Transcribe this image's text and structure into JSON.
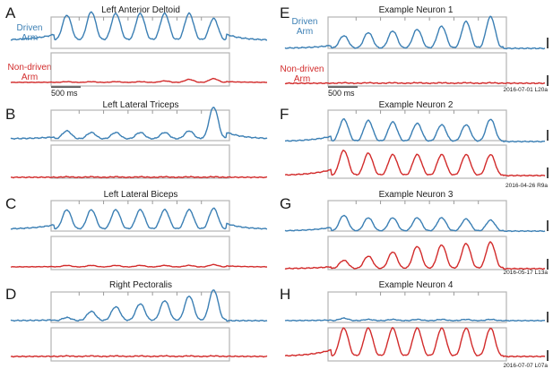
{
  "colors": {
    "driven": "#3b7fb4",
    "non_driven": "#d22b2b",
    "box": "#b4b4b4",
    "text": "#1a1a1a"
  },
  "legend": {
    "driven": "Driven\nArm",
    "non_driven": "Non-driven\nArm"
  },
  "scale_bar": {
    "label": "500 ms"
  },
  "chart_data": [
    {
      "type": "line",
      "panel": "A",
      "title": "Left Anterior Deltoid",
      "cycles": 7,
      "recording_id": "",
      "series": [
        {
          "name": "Driven Arm",
          "peaks": [
            0.75,
            0.85,
            0.8,
            0.8,
            0.8,
            0.8,
            0.65,
            0.65
          ]
        },
        {
          "name": "Non-driven Arm",
          "peaks": [
            0.05,
            0.05,
            0.05,
            0.05,
            0.1,
            0.2,
            0.25,
            0.2
          ]
        }
      ]
    },
    {
      "type": "line",
      "panel": "B",
      "title": "Left Lateral Triceps",
      "cycles": 7,
      "recording_id": "",
      "series": [
        {
          "name": "Driven Arm",
          "peaks": [
            0.25,
            0.2,
            0.2,
            0.2,
            0.2,
            0.25,
            1.0,
            0.75
          ]
        },
        {
          "name": "Non-driven Arm",
          "peaks": [
            0.02,
            0.02,
            0.02,
            0.02,
            0.02,
            0.02,
            0.02,
            0.02
          ]
        }
      ]
    },
    {
      "type": "line",
      "panel": "C",
      "title": "Left Lateral Biceps",
      "cycles": 7,
      "recording_id": "",
      "series": [
        {
          "name": "Driven Arm",
          "peaks": [
            0.7,
            0.7,
            0.7,
            0.7,
            0.7,
            0.7,
            0.75,
            0.75
          ]
        },
        {
          "name": "Non-driven Arm",
          "peaks": [
            0.1,
            0.1,
            0.1,
            0.1,
            0.1,
            0.1,
            0.15,
            0.25
          ]
        }
      ]
    },
    {
      "type": "line",
      "panel": "D",
      "title": "Right Pectoralis",
      "cycles": 7,
      "recording_id": "",
      "series": [
        {
          "name": "Driven Arm",
          "peaks": [
            0.1,
            0.3,
            0.45,
            0.55,
            0.65,
            0.8,
            1.0,
            0.0
          ]
        },
        {
          "name": "Non-driven Arm",
          "peaks": [
            0.02,
            0.02,
            0.02,
            0.02,
            0.02,
            0.02,
            0.02,
            0.02
          ]
        }
      ]
    },
    {
      "type": "line",
      "panel": "E",
      "title": "Example Neuron 1",
      "cycles": 7,
      "recording_id": "2016-07-01 L20a",
      "series": [
        {
          "name": "Driven Arm",
          "peaks": [
            0.4,
            0.5,
            0.55,
            0.6,
            0.7,
            0.85,
            1.0,
            0.0
          ]
        },
        {
          "name": "Non-driven Arm",
          "peaks": [
            0.02,
            0.02,
            0.02,
            0.02,
            0.02,
            0.02,
            0.02,
            0.02
          ]
        }
      ]
    },
    {
      "type": "line",
      "panel": "F",
      "title": "Example Neuron 2",
      "cycles": 7,
      "recording_id": "2016-04-26 R9a",
      "series": [
        {
          "name": "Driven Arm",
          "peaks": [
            0.8,
            0.75,
            0.7,
            0.65,
            0.6,
            0.6,
            0.8,
            0.0
          ]
        },
        {
          "name": "Non-driven Arm",
          "peaks": [
            0.9,
            0.8,
            0.75,
            0.75,
            0.75,
            0.75,
            0.75,
            0.0
          ]
        }
      ]
    },
    {
      "type": "line",
      "panel": "G",
      "title": "Example Neuron 3",
      "cycles": 7,
      "recording_id": "2016-05-17 L13a",
      "series": [
        {
          "name": "Driven Arm",
          "peaks": [
            0.65,
            0.55,
            0.55,
            0.55,
            0.55,
            0.5,
            0.45,
            0.0
          ]
        },
        {
          "name": "Non-driven Arm",
          "peaks": [
            0.3,
            0.45,
            0.6,
            0.8,
            0.85,
            0.9,
            0.95,
            0.0
          ]
        }
      ]
    },
    {
      "type": "line",
      "panel": "H",
      "title": "Example Neuron 4",
      "cycles": 7,
      "recording_id": "2016-07-07 L07a",
      "series": [
        {
          "name": "Driven Arm",
          "peaks": [
            0.1,
            0.05,
            0.05,
            0.05,
            0.05,
            0.05,
            0.05,
            0.0
          ]
        },
        {
          "name": "Non-driven Arm",
          "peaks": [
            0.95,
            0.95,
            0.95,
            0.95,
            0.95,
            0.95,
            0.95,
            0.0
          ]
        }
      ]
    }
  ]
}
